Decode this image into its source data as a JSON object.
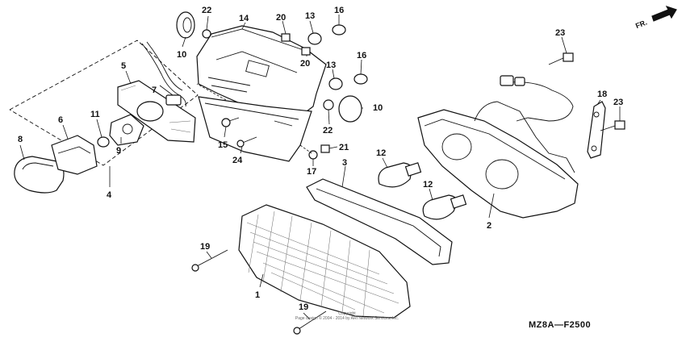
{
  "diagram": {
    "code": "MZ8A—F2500",
    "direction_label": "FR.",
    "copyright_lines": [
      "Copyright",
      "Page design © 2004 - 2014 by ARI Network Services, Inc."
    ],
    "callouts": [
      "1",
      "2",
      "3",
      "4",
      "5",
      "6",
      "7",
      "8",
      "9",
      "10",
      "10",
      "11",
      "12",
      "12",
      "13",
      "13",
      "14",
      "15",
      "16",
      "16",
      "17",
      "18",
      "19",
      "19",
      "20",
      "20",
      "21",
      "22",
      "22",
      "23",
      "23",
      "24"
    ]
  }
}
